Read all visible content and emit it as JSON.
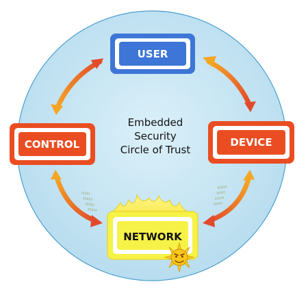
{
  "nodes": {
    "user": {
      "label": "USER"
    },
    "device": {
      "label": "DEVICE"
    },
    "control": {
      "label": "CONTROL"
    },
    "network": {
      "label": "NETWORK"
    }
  },
  "center": {
    "line1": "Embedded",
    "line2": "Security",
    "line3": "Circle of Trust"
  },
  "binary_left": [
    "10101",
    "01010",
    "10101",
    "01010"
  ],
  "binary_right": [
    "01010",
    "10101",
    "01010",
    "10101"
  ],
  "colors": {
    "circle": "#c7e6f3",
    "user_blue": "#3d76d6",
    "device_red": "#ea4d22",
    "control_red": "#ea4d22",
    "network_yellow": "#f6f247",
    "arrow_orange": "#f08a22",
    "arrow_red": "#e24a2c"
  }
}
